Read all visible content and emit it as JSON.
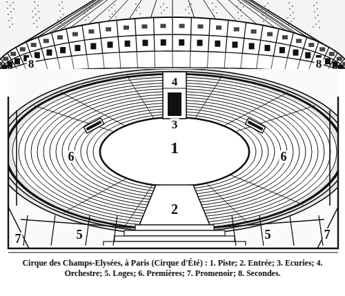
{
  "diagram": {
    "caption": "Cirque des Champs-Elysées, à Paris (Cirque d'Été) : 1. Piste; 2. Entrée; 3. Ecuries; 4. Orchestre; 5. Loges; 6. Premières; 7. Promenoir; 8. Secondes.",
    "labels": [
      "8",
      "4",
      "8",
      "3",
      "1",
      "6",
      "6",
      "2",
      "5",
      "7",
      "5",
      "7"
    ]
  }
}
